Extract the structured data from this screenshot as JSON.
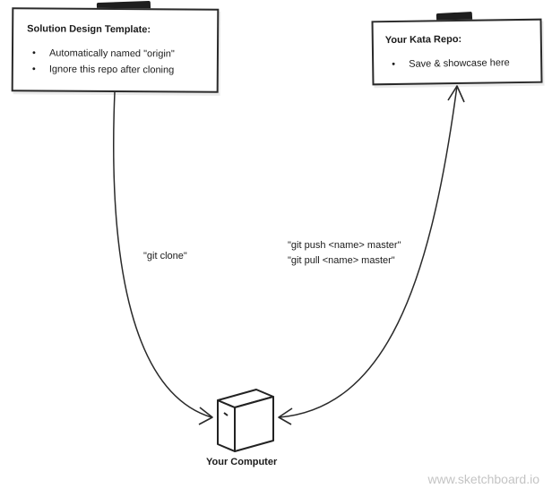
{
  "template_note": {
    "title": "Solution Design Template:",
    "bullet_char": "•",
    "items": [
      "Automatically named \"origin\"",
      "Ignore this repo after cloning"
    ]
  },
  "kata_note": {
    "title": "Your Kata Repo:",
    "bullet_char": "•",
    "items": [
      "Save & showcase here"
    ]
  },
  "edges": {
    "clone_label": "\"git clone\"",
    "push_label": "\"git push <name> master\"",
    "pull_label": "\"git pull <name> master\""
  },
  "computer": {
    "label": "Your Computer",
    "icon": "computer-tower-icon"
  },
  "watermark": "www.sketchboard.io"
}
